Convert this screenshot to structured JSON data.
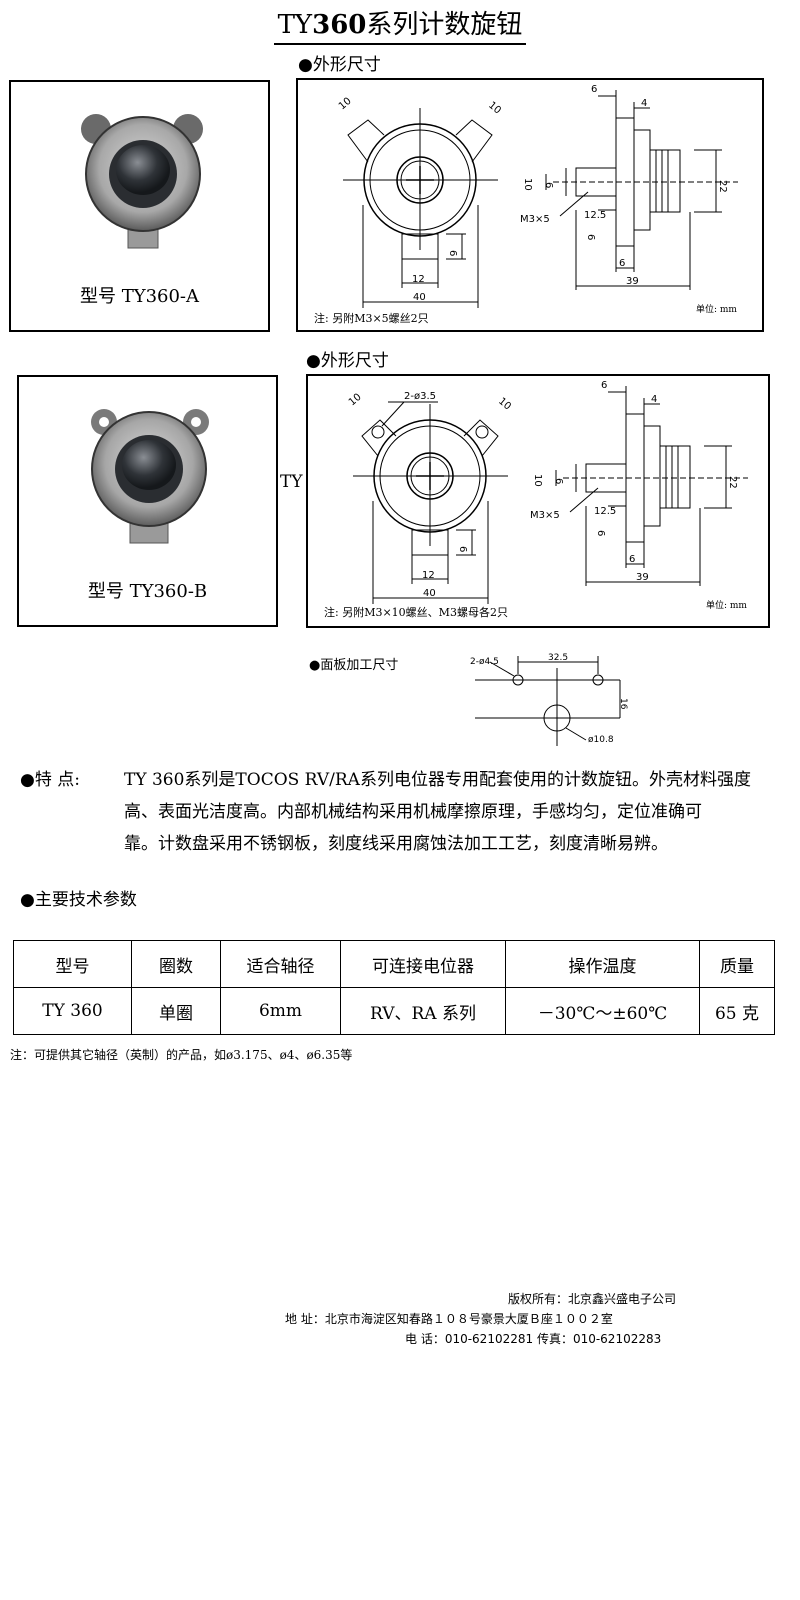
{
  "title": {
    "prefix": "TY",
    "bold": "360",
    "suffix": "系列计数旋钮"
  },
  "sections": {
    "outline1": "●外形尺寸",
    "outline2": "●外形尺寸",
    "panel": "●面板加工尺寸",
    "specs": "●主要技术参数"
  },
  "productA": {
    "model_label": "型号  TY360-A",
    "note": "注:  另附M3×5螺丝2只",
    "unit": "单位: mm"
  },
  "productB": {
    "model_label": "型号  TY360-B",
    "note": "注:  另附M3×10螺丝、M3螺母各2只",
    "unit": "单位: mm"
  },
  "stray_text": "TY",
  "dims": {
    "d10a": "10",
    "d10b": "10",
    "d12": "12",
    "d6": "6",
    "d40": "40",
    "s6": "6",
    "s4": "4",
    "s10": "10",
    "s6b": "6",
    "s22": "22",
    "m3": "M3×5",
    "s12_5": "12.5",
    "s6c": "6",
    "s6d": "6",
    "s39": "39",
    "b10a": "10",
    "bhole": "2-ø3.5",
    "b10b": "10",
    "b12": "12",
    "b6": "6",
    "b40": "40",
    "bs6": "6",
    "bs4": "4",
    "bs10": "10",
    "bs6b": "6",
    "bs22": "22",
    "bm3": "M3×5",
    "bs12_5": "12.5",
    "bs6c": "6",
    "bs6d": "6",
    "bs39": "39",
    "p_hole": "2-ø4.5",
    "p_32_5": "32.5",
    "p_16": "16",
    "p_10_8": "ø10.8"
  },
  "features": {
    "label": "●特      点:",
    "lines": [
      "TY 360系列是TOCOS RV/RA系列电位器专用配套使用的计数旋钮。外壳材料强度",
      "高、表面光洁度高。内部机械结构采用机械摩擦原理，手感均匀，定位准确可",
      "靠。计数盘采用不锈钢板，刻度线采用腐蚀法加工工艺，刻度清晰易辨。"
    ]
  },
  "table": {
    "headers": [
      "型号",
      "圈数",
      "适合轴径",
      "可连接电位器",
      "操作温度",
      "质量"
    ],
    "rows": [
      [
        "TY 360",
        "单圈",
        "6mm",
        "RV、RA 系列",
        "－30℃～±60℃",
        "65 克"
      ]
    ]
  },
  "table_note": "注：可提供其它轴径（英制）的产品，如ø3.175、ø4、ø6.35等",
  "footer": {
    "copyright": "版权所有：北京鑫兴盛电子公司",
    "address": "地      址：北京市海淀区知春路１０８号豪景大厦Ｂ座１００２室",
    "phone": "电      话：010-62102281  传真：010-62102283"
  }
}
